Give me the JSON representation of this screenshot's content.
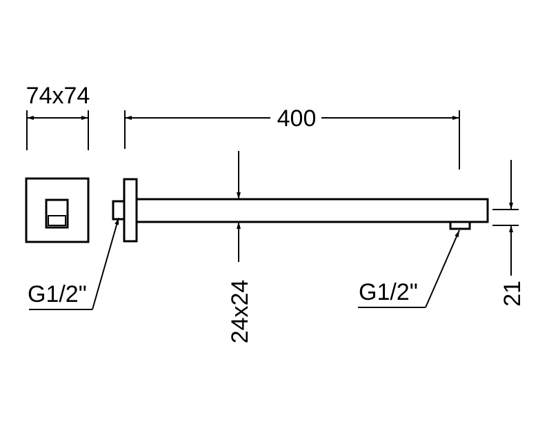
{
  "labels": {
    "plate_size": "74x74",
    "arm_length": "400",
    "inlet_thread": "G1/2\"",
    "arm_section": "24x24",
    "outlet_thread": "G1/2\"",
    "arm_height": "21"
  }
}
